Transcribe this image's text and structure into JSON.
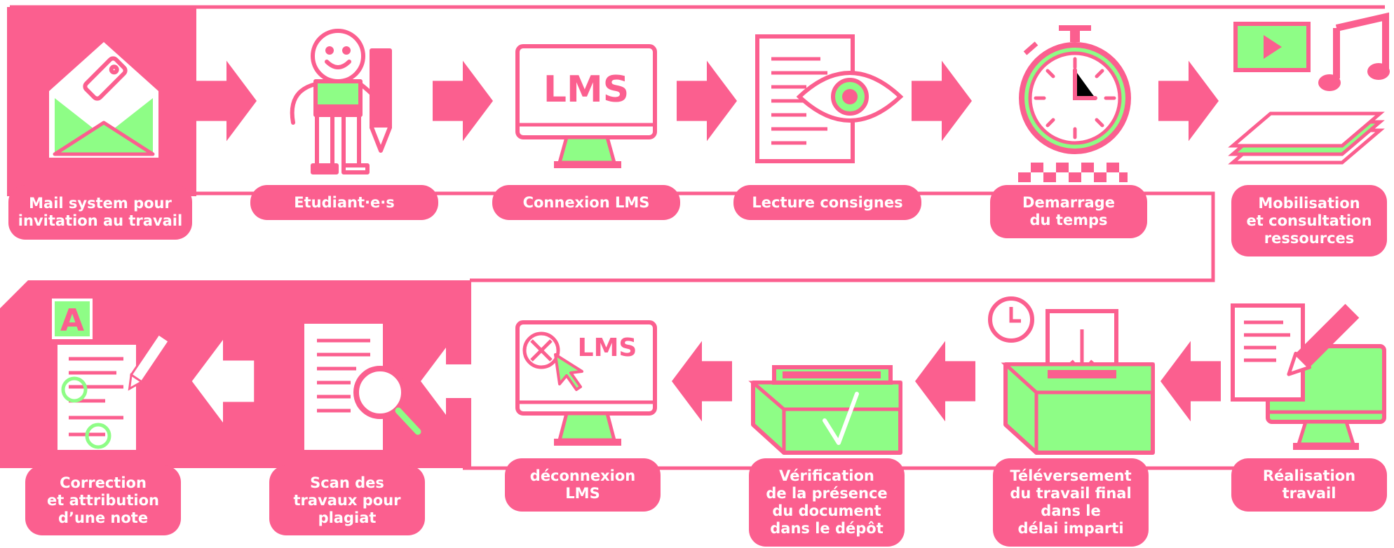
{
  "colors": {
    "pink": "#fb5f8f",
    "green": "#8efd86",
    "white": "#ffffff"
  },
  "icons": {
    "lms_text": "LMS",
    "grade_letter": "A"
  },
  "steps": [
    {
      "id": "mail",
      "lines": [
        "Mail system pour",
        "invitation au travail"
      ],
      "icon": "envelope-icon"
    },
    {
      "id": "students",
      "lines": [
        "Etudiant·e·s"
      ],
      "icon": "student-icon"
    },
    {
      "id": "lms-login",
      "lines": [
        "Connexion LMS"
      ],
      "icon": "monitor-lms-icon"
    },
    {
      "id": "instructions",
      "lines": [
        "Lecture consignes"
      ],
      "icon": "document-eye-icon"
    },
    {
      "id": "timer",
      "lines": [
        "Demarrage",
        "du temps"
      ],
      "icon": "stopwatch-icon"
    },
    {
      "id": "resources",
      "lines": [
        "Mobilisation",
        "et consultation",
        "ressources"
      ],
      "icon": "media-resources-icon"
    },
    {
      "id": "work",
      "lines": [
        "Réalisation",
        "travail"
      ],
      "icon": "document-pencil-monitor-icon"
    },
    {
      "id": "upload",
      "lines": [
        "Téléversement",
        "du travail final",
        "dans le",
        "délai imparti"
      ],
      "icon": "upload-box-clock-icon"
    },
    {
      "id": "verify",
      "lines": [
        "Vérification",
        "de la présence",
        "du document",
        "dans le dépôt"
      ],
      "icon": "box-check-icon"
    },
    {
      "id": "lms-logout",
      "lines": [
        "déconnexion",
        "LMS"
      ],
      "icon": "monitor-logout-icon"
    },
    {
      "id": "plagiarism",
      "lines": [
        "Scan des",
        "travaux pour",
        "plagiat"
      ],
      "icon": "document-magnifier-icon"
    },
    {
      "id": "grading",
      "lines": [
        "Correction",
        "et attribution",
        "d’une note"
      ],
      "icon": "graded-document-icon"
    }
  ]
}
